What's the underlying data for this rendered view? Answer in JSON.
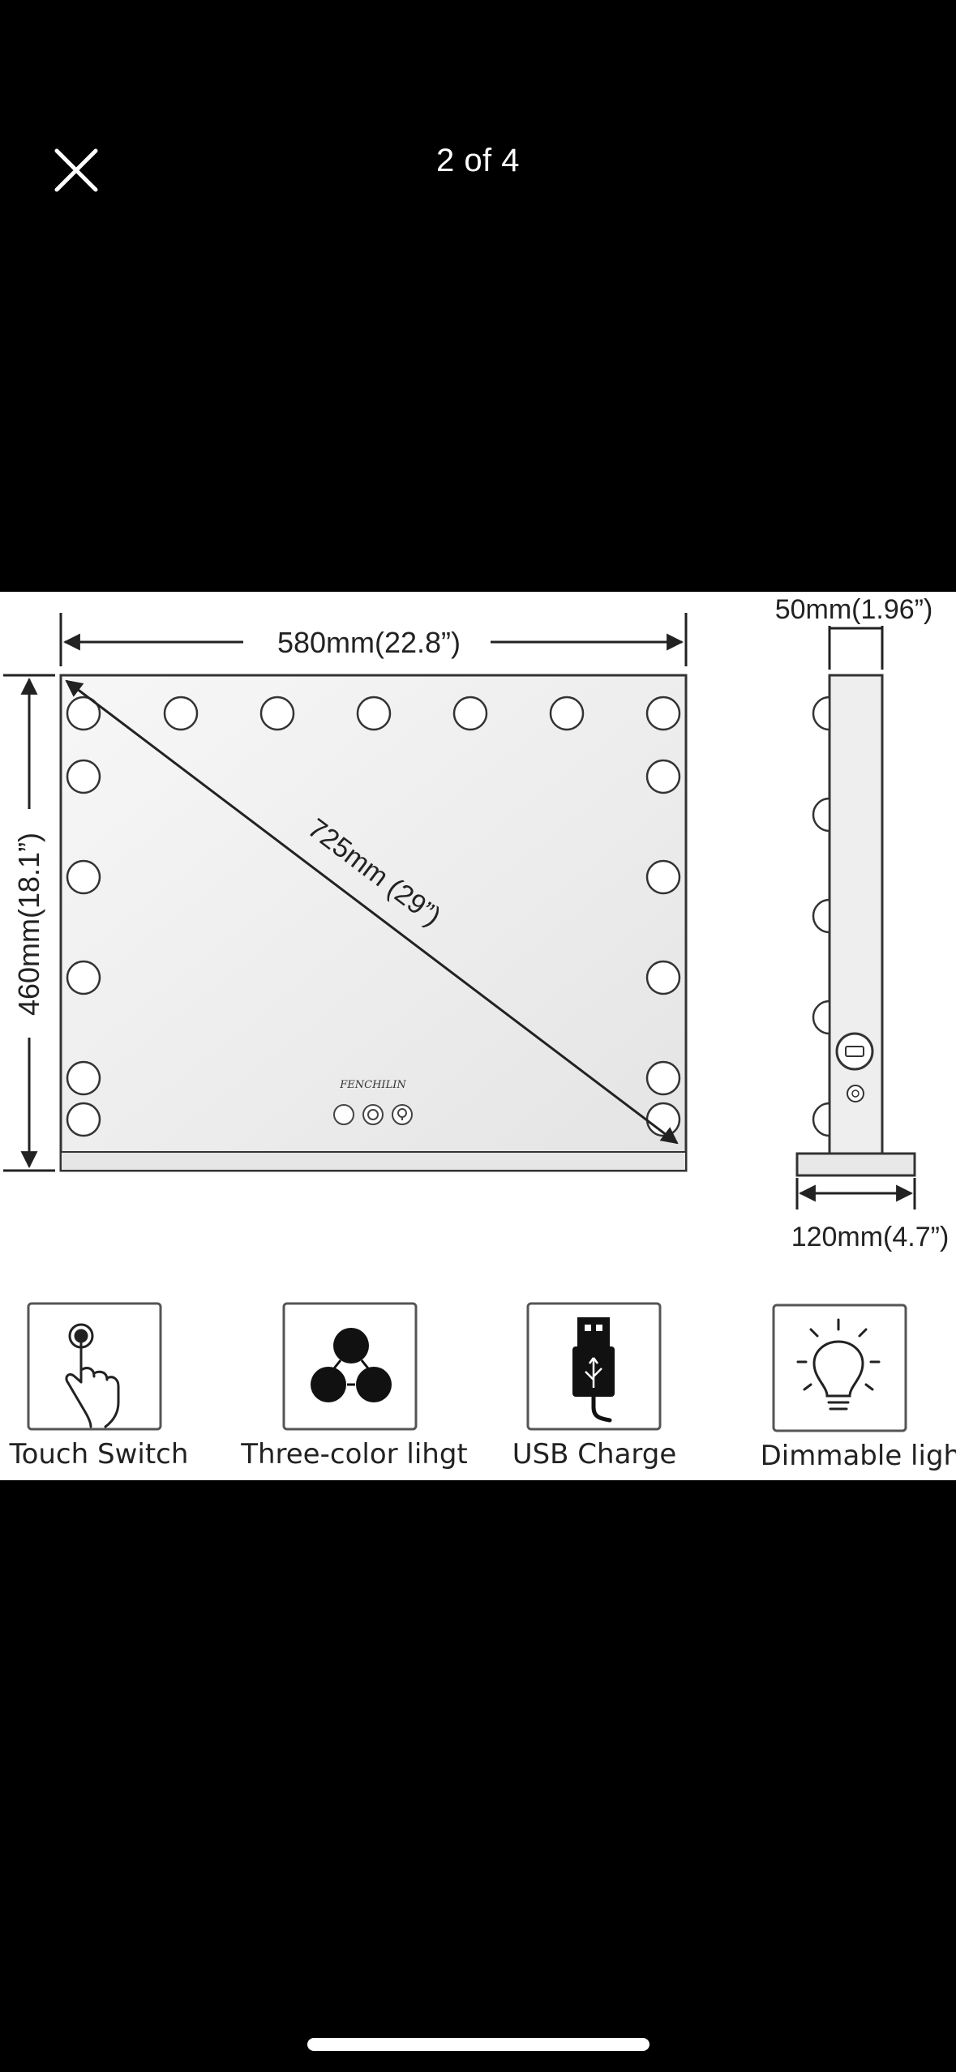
{
  "viewer": {
    "counter": "2 of 4",
    "close_icon": "close-icon"
  },
  "product_image": {
    "dimensions": {
      "width": "580mm(22.8”)",
      "height": "460mm(18.1”)",
      "diagonal": "725mm (29”)",
      "depth": "50mm(1.96”)",
      "base_depth": "120mm(4.7”)"
    },
    "brand": "FENCHILIN",
    "features": [
      {
        "label": "Touch Switch",
        "icon": "touch-finger-icon"
      },
      {
        "label": "Three-color lihgt",
        "icon": "three-circles-icon"
      },
      {
        "label": "USB Charge",
        "icon": "usb-plug-icon"
      },
      {
        "label": "Dimmable light",
        "icon": "light-bulb-icon"
      }
    ]
  },
  "colors": {
    "background": "#000000",
    "image_background": "#ffffff",
    "mirror_fill": "#ececec",
    "line": "#222222"
  }
}
